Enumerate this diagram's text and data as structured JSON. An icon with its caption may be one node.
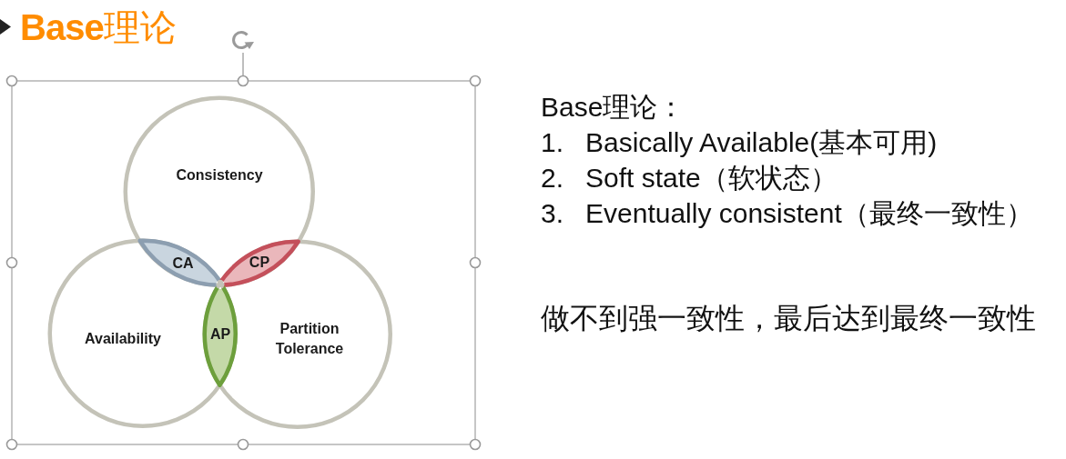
{
  "diagram": {
    "title": "**Base**理论",
    "nodes": [
      {
        "text": [
          "Consistency"
        ]
      },
      {
        "text": [
          "CA"
        ]
      },
      {
        "text": [
          "CP"
        ]
      },
      {
        "text": [
          "Availability"
        ]
      },
      {
        "text": [
          "AP"
        ]
      },
      {
        "text": [
          "Partition Tolerance"
        ]
      }
    ],
    "labels": [
      "Base理论：",
      "1.",
      "Basically Available(基本可用)",
      "2.",
      "Soft state（软状态）",
      "3.",
      "Eventually consistent（最终一致性）",
      "做不到强一致性，最后达到最终一致性"
    ]
  }
}
